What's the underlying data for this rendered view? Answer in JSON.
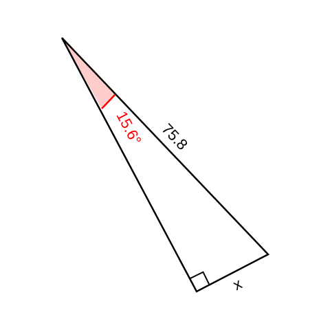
{
  "diagram": {
    "hypotenuse_label": "75.8",
    "angle_label": "15.6°",
    "unknown_side_label": "x",
    "colors": {
      "stroke": "#000000",
      "angle_fill": "#ffcccc",
      "angle_stroke": "#ff0000",
      "angle_text": "#ff0000"
    }
  }
}
